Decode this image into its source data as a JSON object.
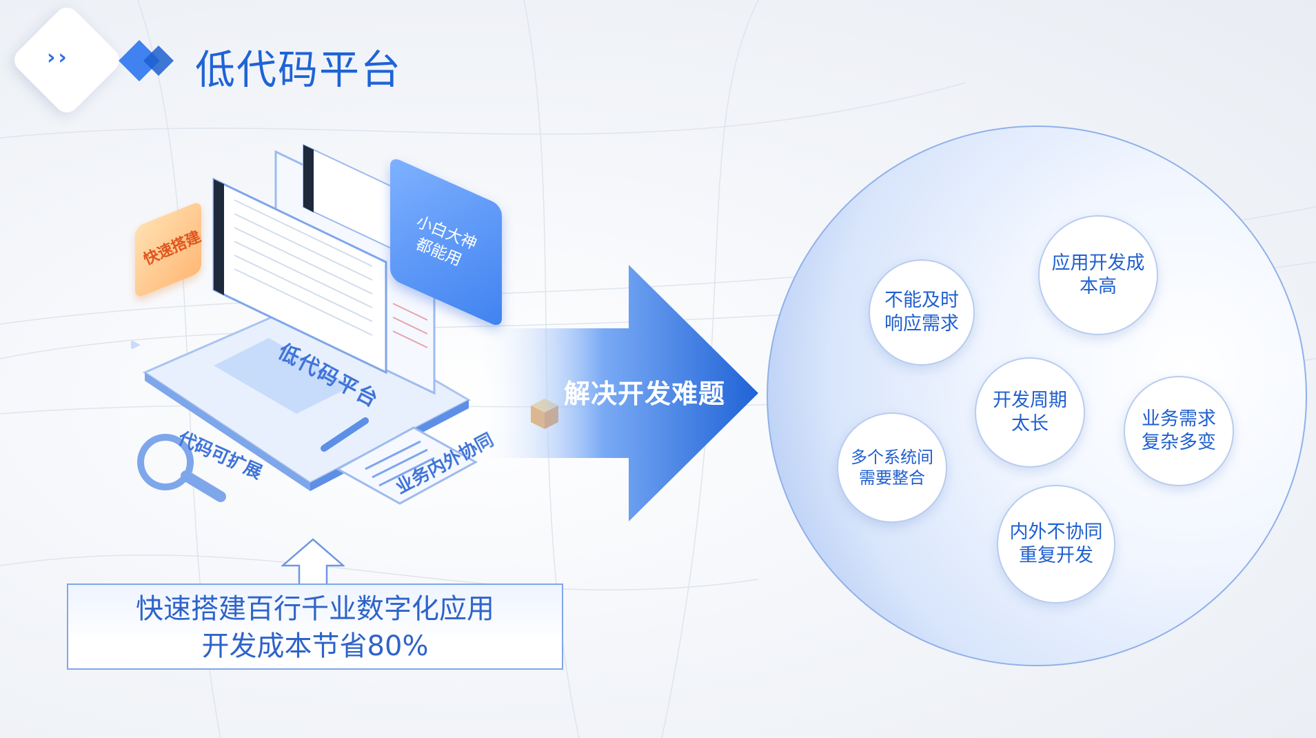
{
  "header": {
    "badge_icon": "double-chevron-right",
    "title": "低代码平台"
  },
  "illustration": {
    "laptop_label": "低代码平台",
    "tag_quick": "快速搭建",
    "tag_user_line1": "小白大神",
    "tag_user_line2": "都能用",
    "label_extend": "代码可扩展",
    "label_collab": "业务内外协同"
  },
  "caption": {
    "line1": "快速搭建百行千业数字化应用",
    "line2": "开发成本节省80%"
  },
  "arrow": {
    "text": "解决开发难题"
  },
  "problems": [
    {
      "line1": "不能及时",
      "line2": "响应需求"
    },
    {
      "line1": "应用开发成",
      "line2": "本高"
    },
    {
      "line1": "开发周期",
      "line2": "太长"
    },
    {
      "line1": "多个系统间",
      "line2": "需要整合"
    },
    {
      "line1": "业务需求",
      "line2": "复杂多变"
    },
    {
      "line1": "内外不协同",
      "line2": "重复开发"
    }
  ],
  "colors": {
    "primary": "#1f63d6",
    "accent_orange": "#e0561e",
    "light_blue": "#d8e5fb"
  }
}
